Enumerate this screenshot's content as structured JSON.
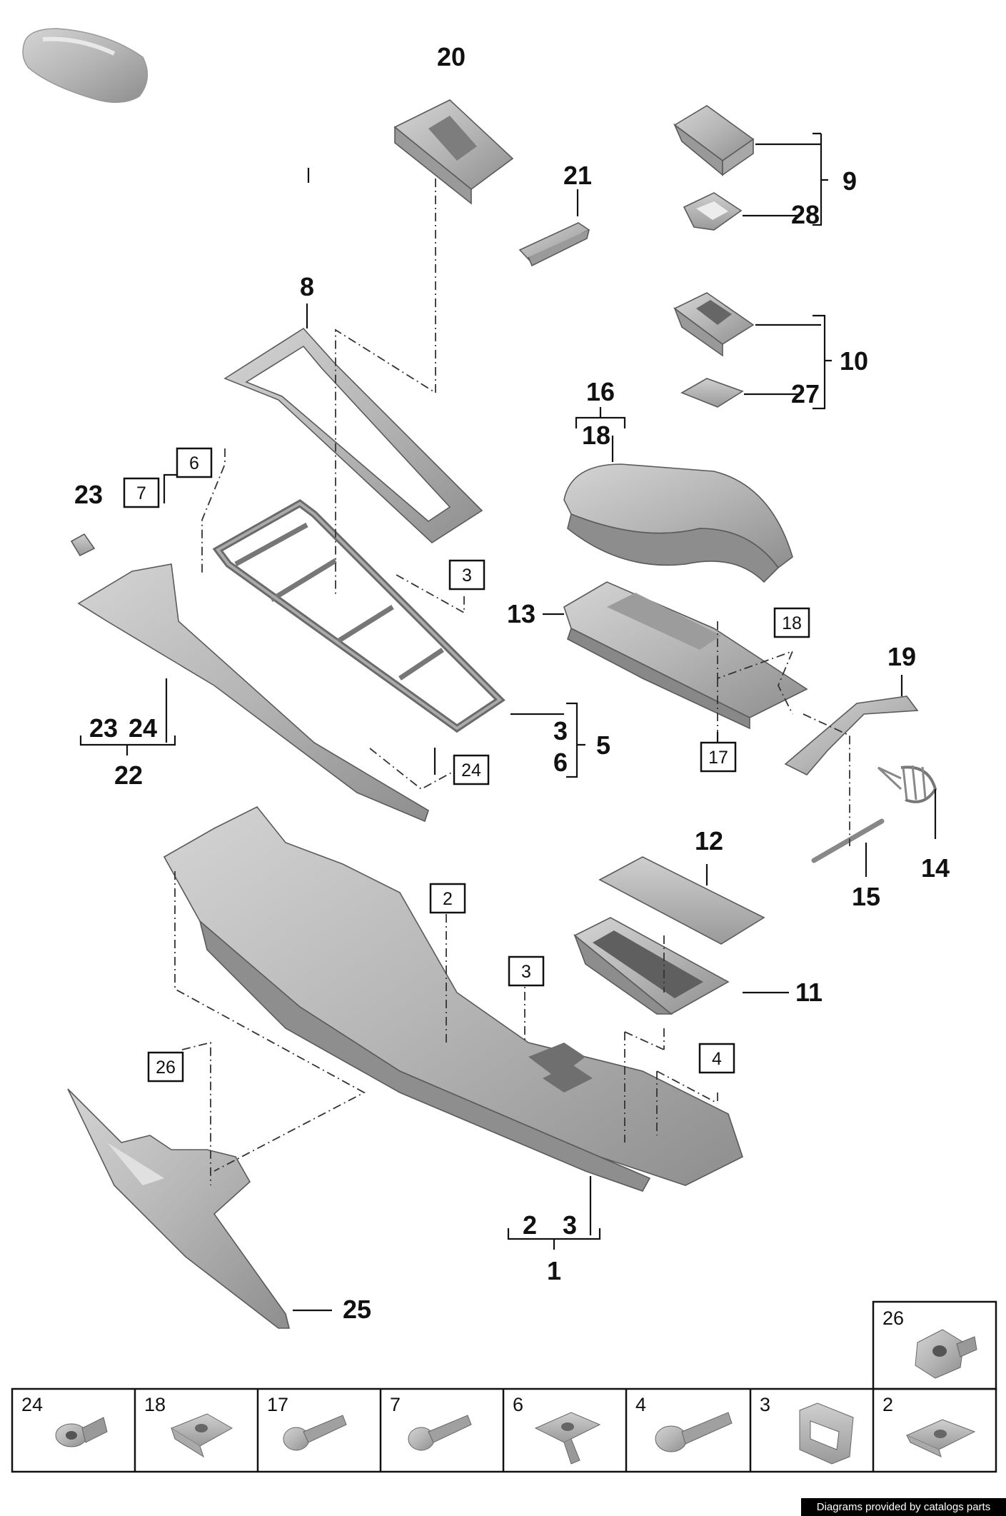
{
  "callouts": {
    "c1": "1",
    "c2": "2",
    "c3": "3",
    "c5": "5",
    "c6": "6",
    "c8": "8",
    "c9": "9",
    "c10": "10",
    "c11": "11",
    "c12": "12",
    "c13": "13",
    "c14": "14",
    "c15": "15",
    "c16": "16",
    "c18": "18",
    "c19": "19",
    "c20": "20",
    "c21": "21",
    "c22": "22",
    "c23": "23",
    "c24": "24",
    "c25": "25",
    "c27": "27",
    "c28": "28"
  },
  "boxed_refs": {
    "b2": "2",
    "b3a": "3",
    "b3b": "3",
    "b4": "4",
    "b6": "6",
    "b7": "7",
    "b17": "17",
    "b18": "18",
    "b24": "24",
    "b26": "26"
  },
  "fastener_legend": [
    {
      "num": "24",
      "icon": "flanged-bushing-icon"
    },
    {
      "num": "18",
      "icon": "spring-clip-icon"
    },
    {
      "num": "17",
      "icon": "collar-screw-icon"
    },
    {
      "num": "7",
      "icon": "collar-screw-icon"
    },
    {
      "num": "6",
      "icon": "sheet-nut-icon"
    },
    {
      "num": "4",
      "icon": "bolt-icon"
    },
    {
      "num": "3",
      "icon": "retaining-clip-icon"
    },
    {
      "num": "2",
      "icon": "sheet-nut-icon"
    },
    {
      "num": "26",
      "icon": "expanding-rivet-icon"
    }
  ],
  "credit": "Diagrams provided by catalogs parts",
  "colors": {
    "part_fill": "#b9b9b9",
    "part_dark": "#8f8f8f",
    "line": "#111111"
  }
}
